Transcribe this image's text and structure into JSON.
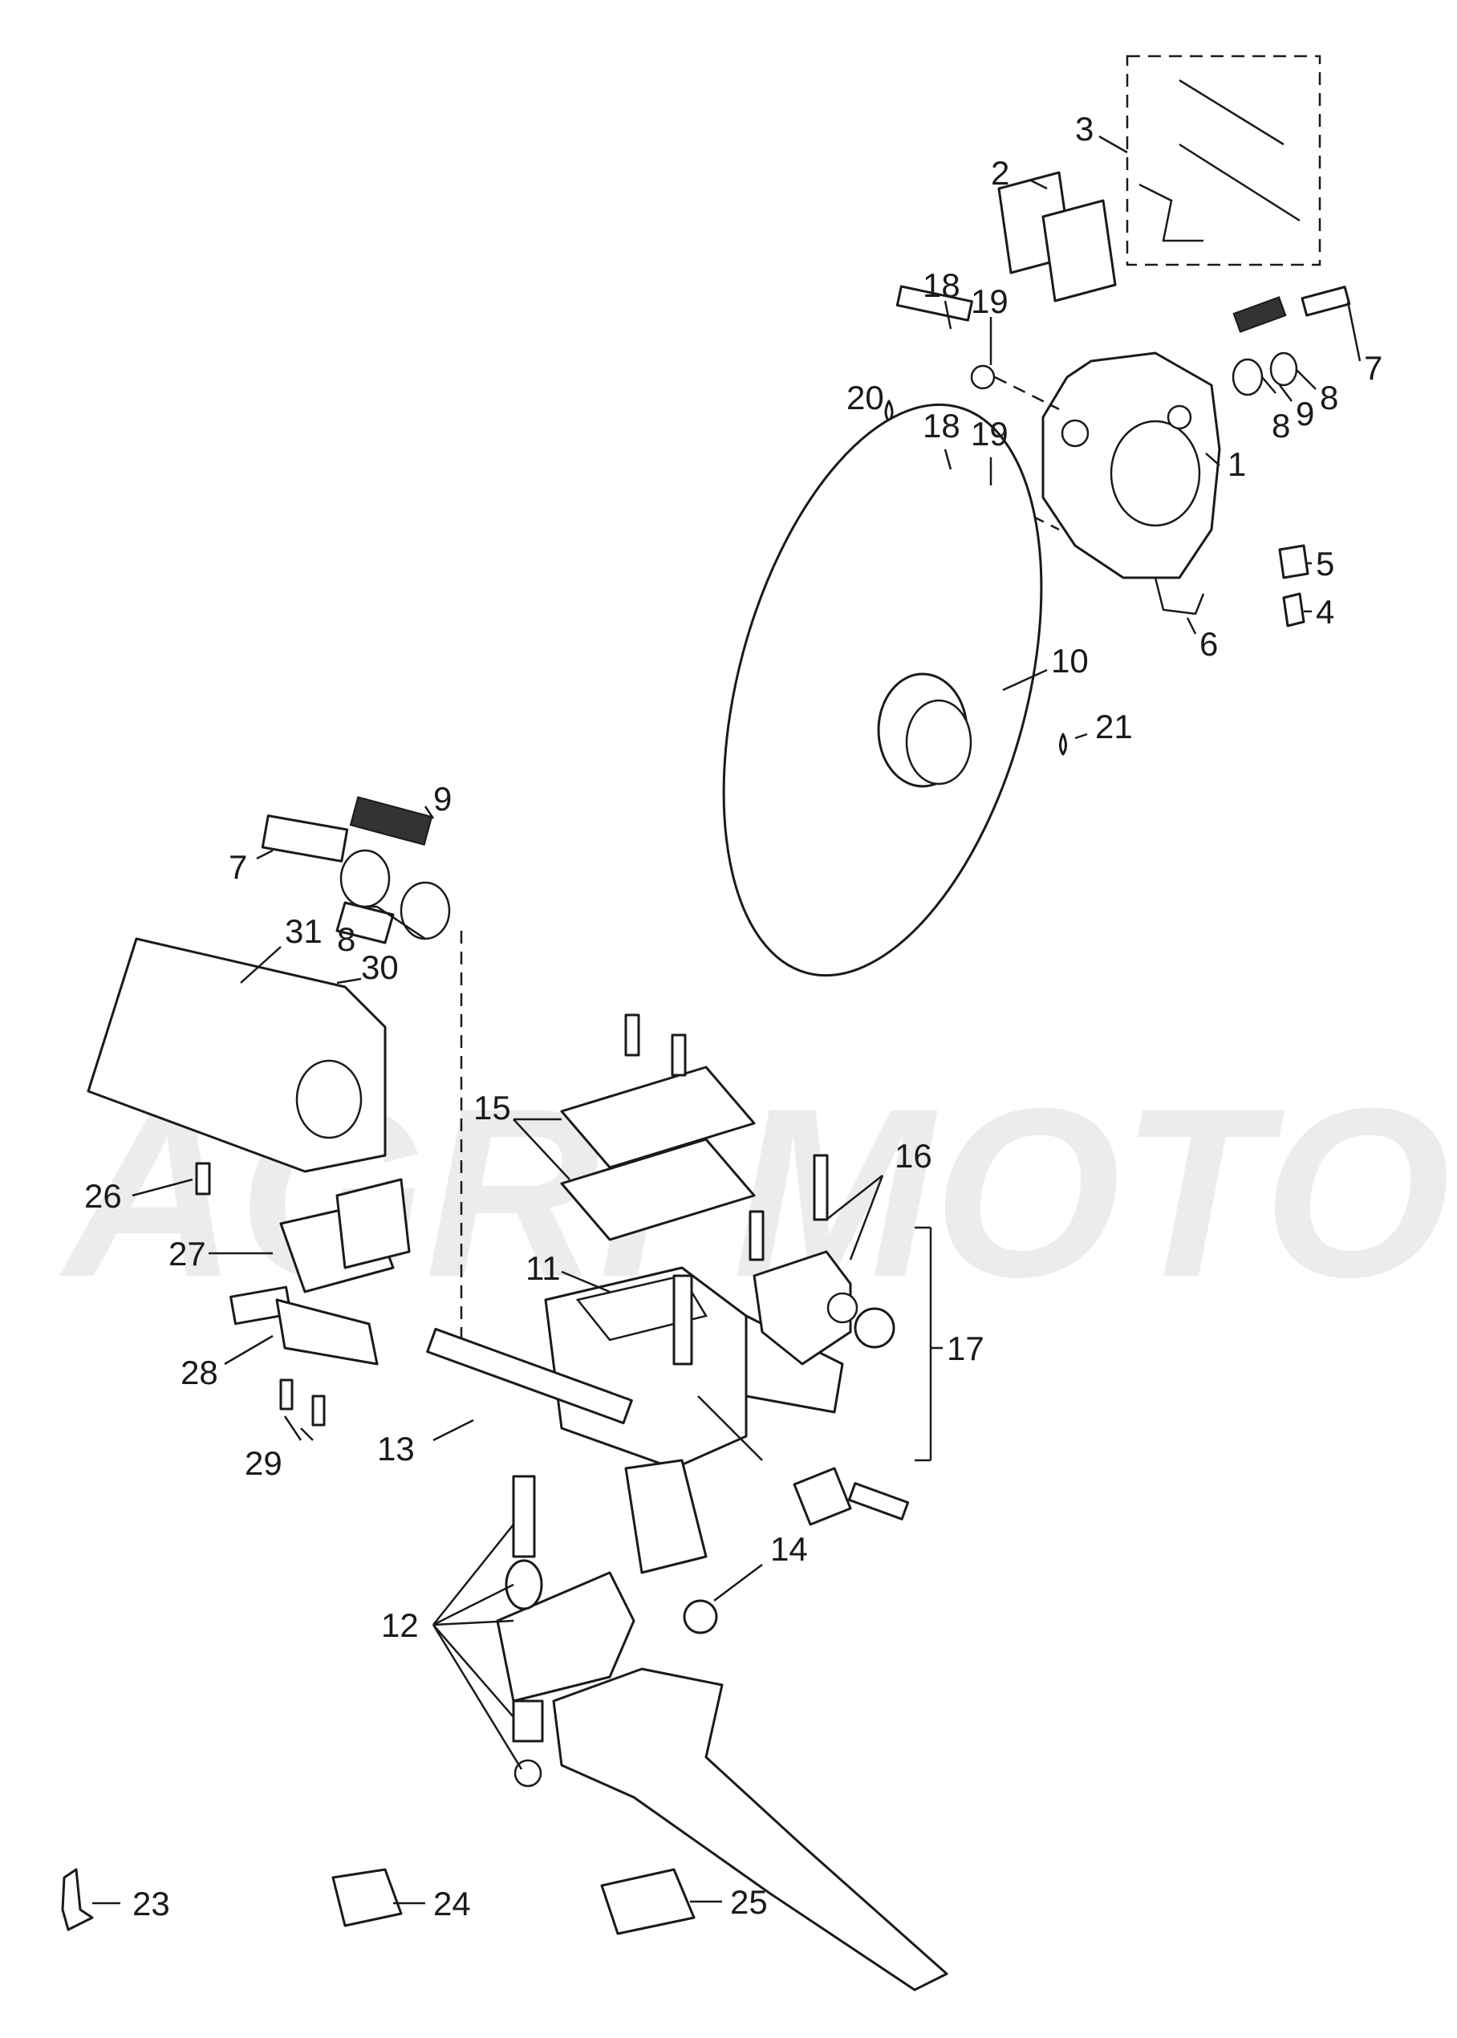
{
  "watermark": {
    "text": "AGRI MOTO"
  },
  "callouts": [
    {
      "id": "1",
      "label": "1"
    },
    {
      "id": "2",
      "label": "2"
    },
    {
      "id": "3",
      "label": "3"
    },
    {
      "id": "4",
      "label": "4"
    },
    {
      "id": "5",
      "label": "5"
    },
    {
      "id": "6",
      "label": "6"
    },
    {
      "id": "7a",
      "label": "7"
    },
    {
      "id": "7b",
      "label": "7"
    },
    {
      "id": "8a",
      "label": "8"
    },
    {
      "id": "8b",
      "label": "8"
    },
    {
      "id": "8c",
      "label": "8"
    },
    {
      "id": "9a",
      "label": "9"
    },
    {
      "id": "9b",
      "label": "9"
    },
    {
      "id": "10",
      "label": "10"
    },
    {
      "id": "11",
      "label": "11"
    },
    {
      "id": "12",
      "label": "12"
    },
    {
      "id": "13",
      "label": "13"
    },
    {
      "id": "14",
      "label": "14"
    },
    {
      "id": "15",
      "label": "15"
    },
    {
      "id": "16",
      "label": "16"
    },
    {
      "id": "17",
      "label": "17"
    },
    {
      "id": "18a",
      "label": "18"
    },
    {
      "id": "18b",
      "label": "18"
    },
    {
      "id": "19a",
      "label": "19"
    },
    {
      "id": "19b",
      "label": "19"
    },
    {
      "id": "20",
      "label": "20"
    },
    {
      "id": "21",
      "label": "21"
    },
    {
      "id": "23",
      "label": "23"
    },
    {
      "id": "24",
      "label": "24"
    },
    {
      "id": "25",
      "label": "25"
    },
    {
      "id": "26",
      "label": "26"
    },
    {
      "id": "27",
      "label": "27"
    },
    {
      "id": "28",
      "label": "28"
    },
    {
      "id": "29",
      "label": "29"
    },
    {
      "id": "30",
      "label": "30"
    },
    {
      "id": "31",
      "label": "31"
    }
  ]
}
